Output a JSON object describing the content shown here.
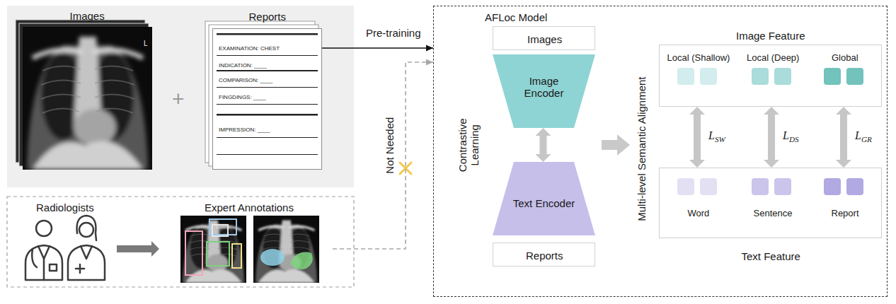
{
  "diagram": {
    "nodes": [
      {
        "text": [
          "Images"
        ]
      },
      {
        "text": [
          "Reports",
          "EXAMINATION: CHEST",
          "INDICATION: ____",
          "COMPARISON: ____",
          "FINGDINGS: ____",
          "IMPRESSION: ____"
        ]
      },
      {
        "text": [
          "Radiologists"
        ]
      },
      {
        "text": [
          "Expert Annotations"
        ]
      },
      {
        "text": [
          "AFLoc Model"
        ]
      },
      {
        "text": [
          "Images"
        ],
        "in": 4
      },
      {
        "text": [
          "Image Encoder"
        ],
        "in": 4
      },
      {
        "text": [
          "Text Encoder"
        ],
        "in": 4
      },
      {
        "text": [
          "Reports"
        ],
        "in": 4
      },
      {
        "text": [
          "Image Feature",
          "Local (Shallow)",
          "Local (Deep)",
          "Global"
        ],
        "in": 4
      },
      {
        "text": [
          "Word",
          "Sentence",
          "Report",
          "Text Feature"
        ],
        "in": 4
      }
    ],
    "edges": [
      {
        "from": 1,
        "to": 4,
        "label": "Pre-training",
        "arrow": "to"
      },
      {
        "from": 3,
        "to": 4,
        "label": "Not Needed",
        "arrow": "to"
      },
      {
        "from": 2,
        "to": 3,
        "arrow": "to"
      },
      {
        "from": 6,
        "to": 7,
        "arrow": "both"
      },
      {
        "from": 9,
        "to": 10,
        "label": "LSW",
        "arrow": "both"
      },
      {
        "from": 9,
        "to": 10,
        "label": "LDS",
        "arrow": "both"
      },
      {
        "from": 9,
        "to": 10,
        "label": "LGR",
        "arrow": "both"
      }
    ],
    "labels": [
      "L",
      "+",
      "Contrastive Learning",
      "Multi-level Semantic Alignment"
    ]
  }
}
